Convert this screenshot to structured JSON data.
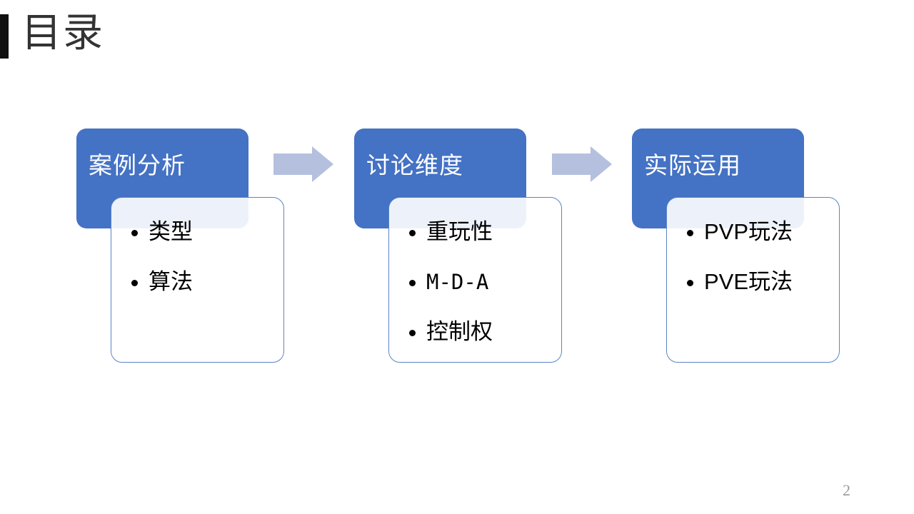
{
  "slide": {
    "title": "目录",
    "page_number": "2",
    "accent_color": "#4472c4",
    "arrow_color": "#b4c0de",
    "overlay_tint": "#e8edf7",
    "title_bar_color": "#111111",
    "bullet_color": "#000000",
    "page_number_color": "#9a9a9a"
  },
  "groups": [
    {
      "heading": "案例分析",
      "bullets": [
        {
          "text": "类型",
          "mono": false
        },
        {
          "text": "算法",
          "mono": false
        }
      ]
    },
    {
      "heading": "讨论维度",
      "bullets": [
        {
          "text": "重玩性",
          "mono": false
        },
        {
          "text": "M-D-A",
          "mono": true
        },
        {
          "text": "控制权",
          "mono": false
        }
      ]
    },
    {
      "heading": "实际运用",
      "bullets": [
        {
          "text": "PVP玩法",
          "mono": false
        },
        {
          "text": "PVE玩法",
          "mono": false
        }
      ]
    }
  ],
  "arrows": [
    {
      "name": "arrow-1",
      "direction": "right"
    },
    {
      "name": "arrow-2",
      "direction": "right"
    }
  ]
}
